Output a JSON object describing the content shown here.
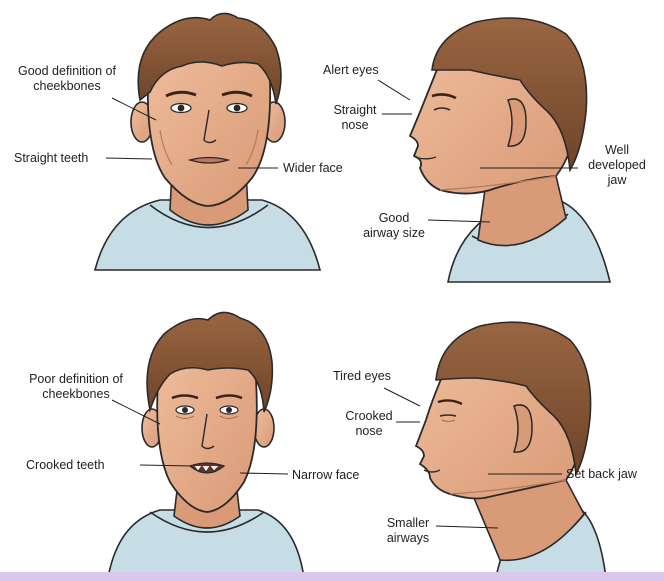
{
  "colors": {
    "skin": "#e8b08e",
    "skin_shadow": "#c98a68",
    "hair": "#8a5a3a",
    "hair_dark": "#5e3a22",
    "shirt": "#c6dde6",
    "outline": "#2a2a2a",
    "bottom_border": "#d9c7ec"
  },
  "panels": {
    "healthy_front": {
      "labels": {
        "cheekbones_line1": "Good definition of",
        "cheekbones_line2": "cheekbones",
        "teeth": "Straight teeth",
        "face": "Wider face"
      }
    },
    "healthy_side": {
      "labels": {
        "eyes": "Alert eyes",
        "nose_line1": "Straight",
        "nose_line2": "nose",
        "jaw_line1": "Well",
        "jaw_line2": "developed",
        "jaw_line3": "jaw",
        "airway_line1": "Good",
        "airway_line2": "airway size"
      }
    },
    "poor_front": {
      "labels": {
        "cheekbones_line1": "Poor definition of",
        "cheekbones_line2": "cheekbones",
        "teeth": "Crooked teeth",
        "face": "Narrow face"
      }
    },
    "poor_side": {
      "labels": {
        "eyes": "Tired eyes",
        "nose_line1": "Crooked",
        "nose_line2": "nose",
        "jaw": "Set back jaw",
        "airway_line1": "Smaller",
        "airway_line2": "airways"
      }
    }
  }
}
